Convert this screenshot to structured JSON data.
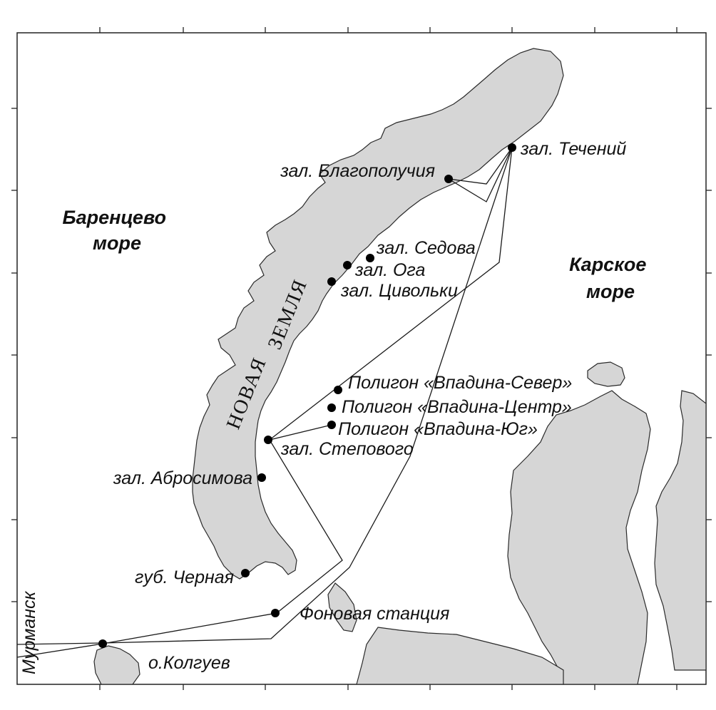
{
  "seas": {
    "barents": [
      "Баренцево",
      "море"
    ],
    "kara": [
      "Карское",
      "море"
    ]
  },
  "island_name": {
    "part1": "НОВАЯ",
    "part2": "ЗЕМЛЯ"
  },
  "stations": {
    "techeniy": "зал. Течений",
    "blagopoluchiya": "зал. Благополучия",
    "sedova": "зал. Седова",
    "oga": "зал. Ога",
    "tsivolki": "зал. Цивольки",
    "vpadina_sever": "Полигон «Впадина-Север»",
    "vpadina_tsentr": "Полигон «Впадина-Центр»",
    "vpadina_yug": "Полигон «Впадина-Юг»",
    "stepovogo": "зал. Степового",
    "abrosimova": "зал. Абросимова",
    "chernaya": "губ. Черная",
    "fonovaya": "Фоновая станция",
    "kolguev": "о.Колгуев"
  },
  "city": "Мурманск",
  "colors": {
    "land": "#d6d6d6",
    "outline": "#2a2a2a",
    "route": "#1a1a1a"
  }
}
